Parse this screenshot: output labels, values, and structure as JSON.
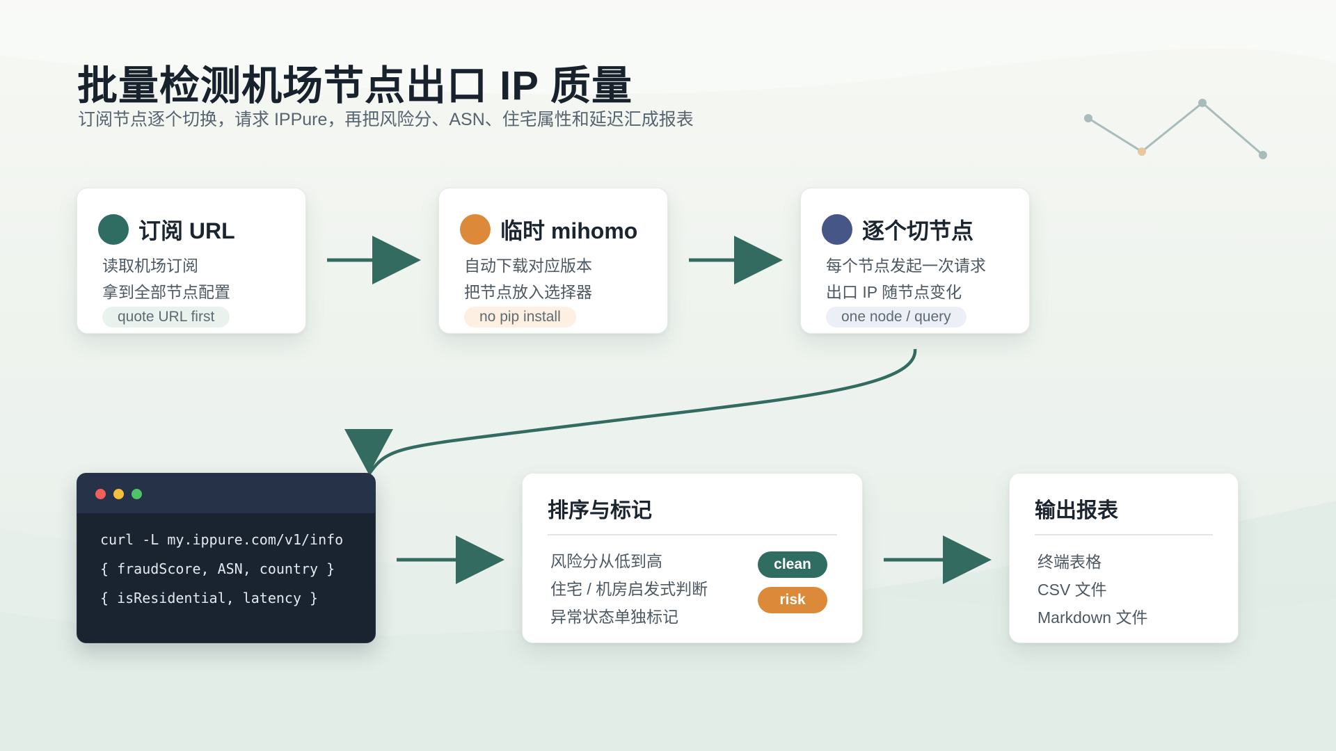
{
  "header": {
    "title": "批量检测机场节点出口 IP 质量",
    "subtitle": "订阅节点逐个切换，请求 IPPure，再把风险分、ASN、住宅属性和延迟汇成报表"
  },
  "colors": {
    "accent_green": "#2f6d63",
    "accent_orange": "#dc8a3a",
    "accent_indigo": "#465686",
    "arrow": "#346b60",
    "terminal_bg": "#1a2431"
  },
  "steps": [
    {
      "title": "订阅 URL",
      "lines": [
        "读取机场订阅",
        "拿到全部节点配置"
      ],
      "tag": "quote URL first",
      "dot_color": "#2f6d63",
      "tag_bg": "#eaf2ee"
    },
    {
      "title": "临时 mihomo",
      "lines": [
        "自动下载对应版本",
        "把节点放入选择器"
      ],
      "tag": "no pip install",
      "dot_color": "#dc8a3a",
      "tag_bg": "#fdf0e2"
    },
    {
      "title": "逐个切节点",
      "lines": [
        "每个节点发起一次请求",
        "出口 IP 随节点变化"
      ],
      "tag": "one node / query",
      "dot_color": "#465686",
      "tag_bg": "#eceff6"
    }
  ],
  "terminal": {
    "lines": [
      "curl -L my.ippure.com/v1/info",
      "{ fraudScore, ASN, country }",
      "{ isResidential, latency }"
    ]
  },
  "sort_panel": {
    "title": "排序与标记",
    "items": [
      "风险分从低到高",
      "住宅 / 机房启发式判断",
      "异常状态单独标记"
    ],
    "badges": [
      {
        "label": "clean",
        "color": "#2f6d63"
      },
      {
        "label": "risk",
        "color": "#dc8a3a"
      }
    ]
  },
  "output_panel": {
    "title": "输出报表",
    "items": [
      "终端表格",
      "CSV 文件",
      "Markdown 文件"
    ]
  }
}
